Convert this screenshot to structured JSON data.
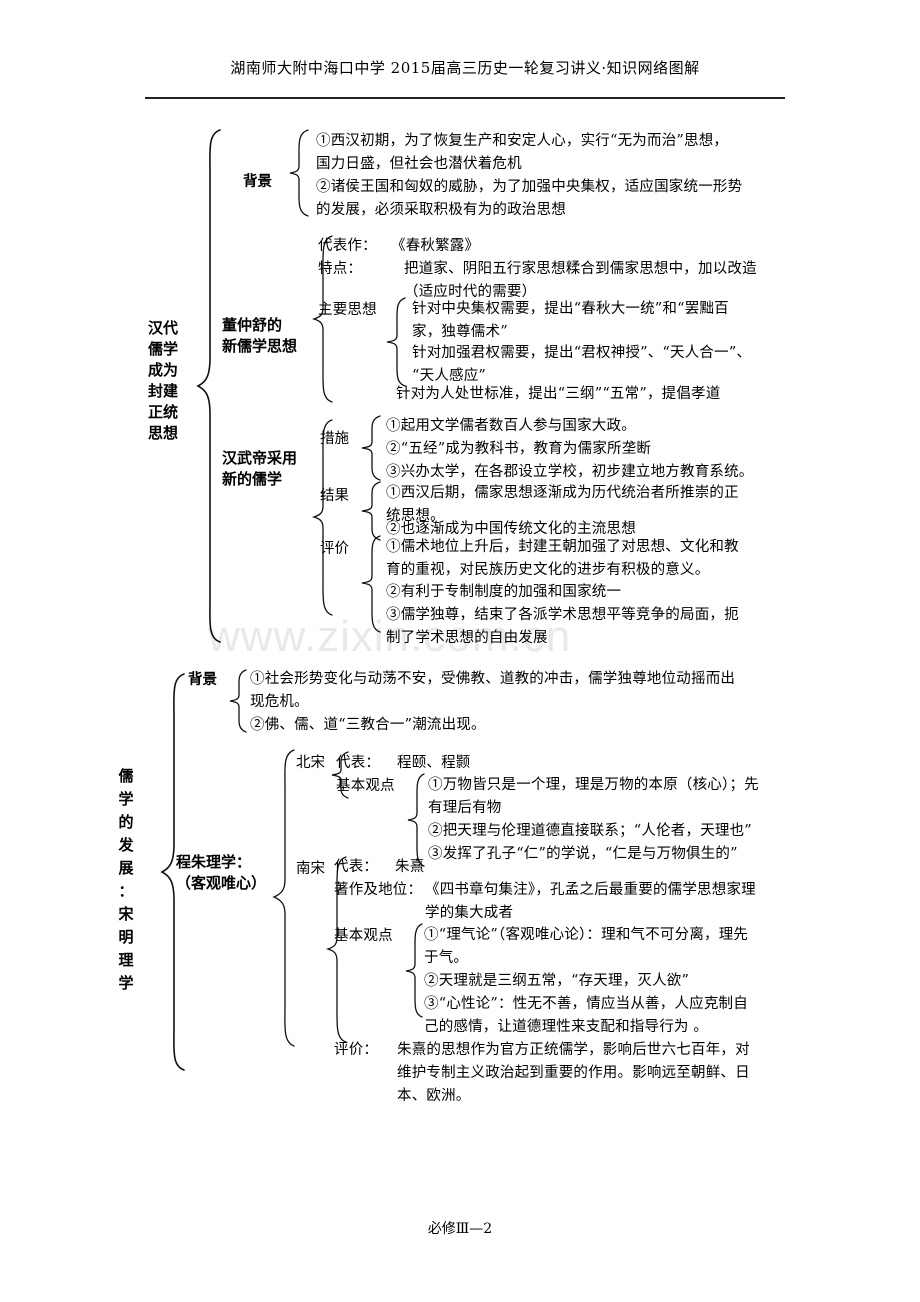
{
  "document": {
    "header": "湖南师大附中海口中学 2015届高三历史一轮复习讲义·知识网络图解",
    "footer": "必修Ⅲ—2",
    "watermark": "www.zixin.com.cn"
  },
  "section1": {
    "root_label": "汉代\n儒学\n成为\n封建\n正统\n思想",
    "branches": {
      "background": {
        "label": "背景",
        "items": [
          "①西汉初期，为了恢复生产和安定人心，实行“无为而治”思想，\n国力日盛，但社会也潜伏着危机",
          "②诸侯王国和匈奴的威胁，为了加强中央集权，适应国家统一形势\n的发展，必须采取积极有为的政治思想"
        ]
      },
      "dongzhongshu": {
        "label": "董仲舒的\n新儒学思想",
        "representative_work_label": "代表作：",
        "representative_work": "《春秋繁露》",
        "feature_label": "特点：",
        "feature": "把道家、阴阳五行家思想糅合到儒家思想中，加以改造\n（适应时代的需要）",
        "main_ideas_label": "主要思想",
        "main_ideas": [
          "针对中央集权需要，提出“春秋大一统”和“罢黜百\n家，独尊儒术”",
          "针对加强君权需要，提出“君权神授”、“天人合一”、\n“天人感应”",
          "针对为人处世标准，提出“三纲”“五常”，提倡孝道"
        ]
      },
      "hanwudi": {
        "label": "汉武帝采用\n新的儒学",
        "groups": [
          {
            "label": "措施",
            "items": [
              "①起用文学儒者数百人参与国家大政。",
              "②“五经”成为教科书，教育为儒家所垄断",
              "③兴办太学，在各郡设立学校，初步建立地方教育系统。"
            ]
          },
          {
            "label": "结果",
            "items": [
              "①西汉后期，儒家思想逐渐成为历代统治者所推崇的正\n统思想。",
              "②也逐渐成为中国传统文化的主流思想"
            ]
          },
          {
            "label": "评价",
            "items": [
              "①儒术地位上升后，封建王朝加强了对思想、文化和教\n育的重视，对民族历史文化的进步有积极的意义。",
              "②有利于专制制度的加强和国家统一",
              "③儒学独尊，结束了各派学术思想平等竞争的局面，扼\n制了学术思想的自由发展"
            ]
          }
        ]
      }
    }
  },
  "section2": {
    "root_label": "儒\n学\n的\n发\n展\n：\n宋\n明\n理\n学",
    "branches": {
      "background": {
        "label": "背景",
        "items": [
          "①社会形势变化与动荡不安，受佛教、道教的冲击，儒学独尊地位动摇而出\n现危机。",
          "②佛、儒、道“三教合一”潮流出现。"
        ]
      },
      "chengzhu": {
        "label": "程朱理学：\n（客观唯心）",
        "beisong": {
          "label": "北宋",
          "representative_label": "代表：",
          "representative": "程颐、程颢",
          "basic_views_label": "基本观点",
          "basic_views": [
            "①万物皆只是一个理，理是万物的本原（核心）；先\n有理后有物",
            "②把天理与伦理道德直接联系；“人伦者，天理也”",
            "③发挥了孔子“仁”的学说，“仁是与万物俱生的”"
          ]
        },
        "nansong": {
          "label": "南宋",
          "representative_label": "代表：",
          "representative": "朱熹",
          "works_label": "著作及地位：",
          "works": "《四书章句集注》，孔孟之后最重要的儒学思想家理\n学的集大成者",
          "basic_views_label": "基本观点",
          "basic_views": [
            "①“理气论”（客观唯心论）：理和气不可分离，理先\n于气。",
            "②天理就是三纲五常，“存天理，灭人欲”",
            "③“心性论”：性无不善，情应当从善，人应克制自\n己的感情，让道德理性来支配和指导行为 。"
          ],
          "evaluation_label": "评价：",
          "evaluation": "朱熹的思想作为官方正统儒学，影响后世六七百年，对\n维护专制主义政治起到重要的作用。影响远至朝鲜、日\n本、欧洲。"
        }
      }
    }
  }
}
